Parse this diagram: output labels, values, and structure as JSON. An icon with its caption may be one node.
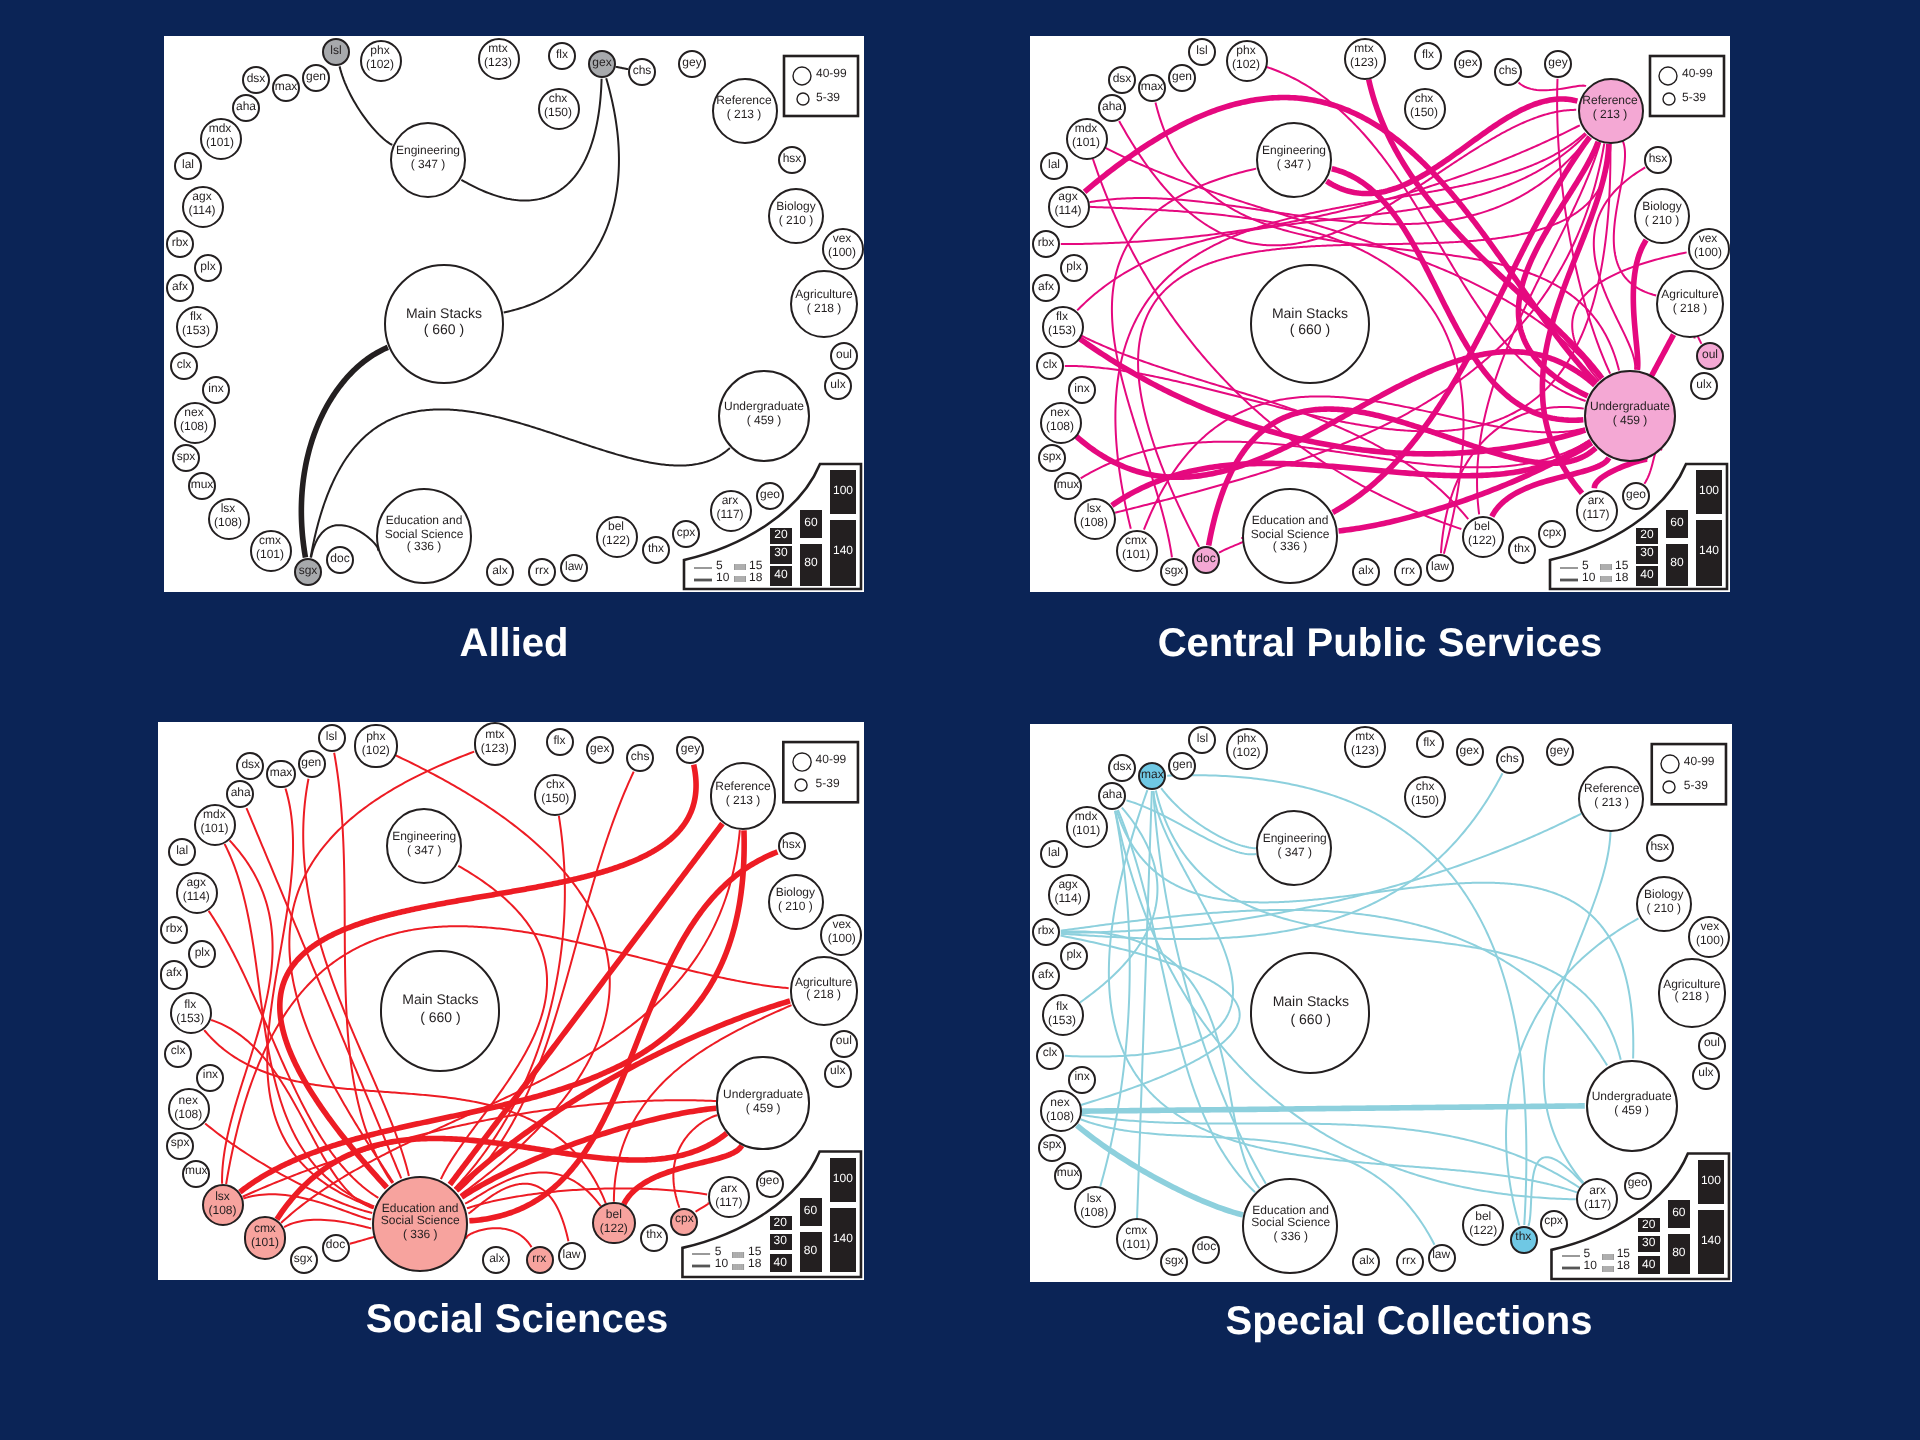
{
  "diagram": {
    "nodes": [
      {
        "text": [
          "Allied"
        ]
      },
      {
        "text": [
          "dsx"
        ],
        "in": 0
      },
      {
        "text": [
          "max"
        ],
        "in": 0
      },
      {
        "text": [
          "gen"
        ],
        "in": 0
      },
      {
        "text": [
          "lsl"
        ],
        "in": 0
      },
      {
        "text": [
          "phx",
          "(102)"
        ],
        "in": 0
      },
      {
        "text": [
          "mtx",
          "(123)"
        ],
        "in": 0
      },
      {
        "text": [
          "flx"
        ],
        "in": 0
      },
      {
        "text": [
          "gex"
        ],
        "in": 0
      },
      {
        "text": [
          "chs"
        ],
        "in": 0
      },
      {
        "text": [
          "gey"
        ],
        "in": 0
      },
      {
        "text": [
          "Reference",
          "( 213 )"
        ],
        "in": 0
      },
      {
        "text": [
          "hsx"
        ],
        "in": 0
      },
      {
        "text": [
          "Biology",
          "( 210 )"
        ],
        "in": 0
      },
      {
        "text": [
          "vex",
          "(100)"
        ],
        "in": 0
      },
      {
        "text": [
          "Agriculture",
          "( 218 )"
        ],
        "in": 0
      },
      {
        "text": [
          "oul"
        ],
        "in": 0
      },
      {
        "text": [
          "ulx"
        ],
        "in": 0
      },
      {
        "text": [
          "Undergraduate",
          "( 459 )"
        ],
        "in": 0
      },
      {
        "text": [
          "geo"
        ],
        "in": 0
      },
      {
        "text": [
          "arx",
          "(117)"
        ],
        "in": 0
      },
      {
        "text": [
          "cpx"
        ],
        "in": 0
      },
      {
        "text": [
          "thx"
        ],
        "in": 0
      },
      {
        "text": [
          "bel",
          "(122)"
        ],
        "in": 0
      },
      {
        "text": [
          "law"
        ],
        "in": 0
      },
      {
        "text": [
          "rrx"
        ],
        "in": 0
      },
      {
        "text": [
          "alx"
        ],
        "in": 0
      },
      {
        "text": [
          "Education and Social Science",
          "( 336 )"
        ],
        "in": 0
      },
      {
        "text": [
          "doc"
        ],
        "in": 0
      },
      {
        "text": [
          "sgx"
        ],
        "in": 0
      },
      {
        "text": [
          "cmx",
          "(101)"
        ],
        "in": 0
      },
      {
        "text": [
          "lsx",
          "(108)"
        ],
        "in": 0
      },
      {
        "text": [
          "mux"
        ],
        "in": 0
      },
      {
        "text": [
          "spx"
        ],
        "in": 0
      },
      {
        "text": [
          "nex",
          "(108)"
        ],
        "in": 0
      },
      {
        "text": [
          "inx"
        ],
        "in": 0
      },
      {
        "text": [
          "clx"
        ],
        "in": 0
      },
      {
        "text": [
          "flx",
          "(153)"
        ],
        "in": 0
      },
      {
        "text": [
          "afx"
        ],
        "in": 0
      },
      {
        "text": [
          "plx"
        ],
        "in": 0
      },
      {
        "text": [
          "rbx"
        ],
        "in": 0
      },
      {
        "text": [
          "agx",
          "(114)"
        ],
        "in": 0
      },
      {
        "text": [
          "lal"
        ],
        "in": 0
      },
      {
        "text": [
          "mdx",
          "(101)"
        ],
        "in": 0
      },
      {
        "text": [
          "aha"
        ],
        "in": 0
      },
      {
        "text": [
          "chx",
          "(150)"
        ],
        "in": 0
      },
      {
        "text": [
          "Engineering",
          "( 347 )"
        ],
        "in": 0
      },
      {
        "text": [
          "Main Stacks",
          "( 660 )"
        ],
        "in": 0
      },
      {
        "text": [
          "Central Public Services"
        ]
      },
      {
        "text": [
          "dsx"
        ],
        "in": 48
      },
      {
        "text": [
          "max"
        ],
        "in": 48
      },
      {
        "text": [
          "gen"
        ],
        "in": 48
      },
      {
        "text": [
          "lsl"
        ],
        "in": 48
      },
      {
        "text": [
          "phx",
          "(102)"
        ],
        "in": 48
      },
      {
        "text": [
          "mtx",
          "(123)"
        ],
        "in": 48
      },
      {
        "text": [
          "flx"
        ],
        "in": 48
      },
      {
        "text": [
          "gex"
        ],
        "in": 48
      },
      {
        "text": [
          "chs"
        ],
        "in": 48
      },
      {
        "text": [
          "gey"
        ],
        "in": 48
      },
      {
        "text": [
          "Reference",
          "( 213 )"
        ],
        "in": 48
      },
      {
        "text": [
          "hsx"
        ],
        "in": 48
      },
      {
        "text": [
          "Biology",
          "( 210 )"
        ],
        "in": 48
      },
      {
        "text": [
          "vex",
          "(100)"
        ],
        "in": 48
      },
      {
        "text": [
          "Agriculture",
          "( 218 )"
        ],
        "in": 48
      },
      {
        "text": [
          "oul"
        ],
        "in": 48
      },
      {
        "text": [
          "ulx"
        ],
        "in": 48
      },
      {
        "text": [
          "Undergraduate",
          "( 459 )"
        ],
        "in": 48
      },
      {
        "text": [
          "geo"
        ],
        "in": 48
      },
      {
        "text": [
          "arx",
          "(117)"
        ],
        "in": 48
      },
      {
        "text": [
          "cpx"
        ],
        "in": 48
      },
      {
        "text": [
          "thx"
        ],
        "in": 48
      },
      {
        "text": [
          "bel",
          "(122)"
        ],
        "in": 48
      },
      {
        "text": [
          "law"
        ],
        "in": 48
      },
      {
        "text": [
          "rrx"
        ],
        "in": 48
      },
      {
        "text": [
          "alx"
        ],
        "in": 48
      },
      {
        "text": [
          "Education and Social Science",
          "( 336 )"
        ],
        "in": 48
      },
      {
        "text": [
          "doc"
        ],
        "in": 48
      },
      {
        "text": [
          "sgx"
        ],
        "in": 48
      },
      {
        "text": [
          "cmx",
          "(101)"
        ],
        "in": 48
      },
      {
        "text": [
          "lsx",
          "(108)"
        ],
        "in": 48
      },
      {
        "text": [
          "mux"
        ],
        "in": 48
      },
      {
        "text": [
          "spx"
        ],
        "in": 48
      },
      {
        "text": [
          "nex",
          "(108)"
        ],
        "in": 48
      },
      {
        "text": [
          "inx"
        ],
        "in": 48
      },
      {
        "text": [
          "clx"
        ],
        "in": 48
      },
      {
        "text": [
          "flx",
          "(153)"
        ],
        "in": 48
      },
      {
        "text": [
          "afx"
        ],
        "in": 48
      },
      {
        "text": [
          "plx"
        ],
        "in": 48
      },
      {
        "text": [
          "rbx"
        ],
        "in": 48
      },
      {
        "text": [
          "agx",
          "(114)"
        ],
        "in": 48
      },
      {
        "text": [
          "lal"
        ],
        "in": 48
      },
      {
        "text": [
          "mdx",
          "(101)"
        ],
        "in": 48
      },
      {
        "text": [
          "aha"
        ],
        "in": 48
      },
      {
        "text": [
          "chx",
          "(150)"
        ],
        "in": 48
      },
      {
        "text": [
          "Engineering",
          "( 347 )"
        ],
        "in": 48
      },
      {
        "text": [
          "Main Stacks",
          "( 660 )"
        ],
        "in": 48
      },
      {
        "text": [
          "Social Sciences"
        ]
      },
      {
        "text": [
          "dsx"
        ],
        "in": 96
      },
      {
        "text": [
          "max"
        ],
        "in": 96
      },
      {
        "text": [
          "gen"
        ],
        "in": 96
      },
      {
        "text": [
          "lsl"
        ],
        "in": 96
      },
      {
        "text": [
          "phx",
          "(102)"
        ],
        "in": 96
      },
      {
        "text": [
          "mtx",
          "(123)"
        ],
        "in": 96
      },
      {
        "text": [
          "flx"
        ],
        "in": 96
      },
      {
        "text": [
          "gex"
        ],
        "in": 96
      },
      {
        "text": [
          "chs"
        ],
        "in": 96
      },
      {
        "text": [
          "gey"
        ],
        "in": 96
      },
      {
        "text": [
          "Reference",
          "( 213 )"
        ],
        "in": 96
      },
      {
        "text": [
          "hsx"
        ],
        "in": 96
      },
      {
        "text": [
          "Biology",
          "( 210 )"
        ],
        "in": 96
      },
      {
        "text": [
          "vex",
          "(100)"
        ],
        "in": 96
      },
      {
        "text": [
          "Agriculture",
          "( 218 )"
        ],
        "in": 96
      },
      {
        "text": [
          "oul"
        ],
        "in": 96
      },
      {
        "text": [
          "ulx"
        ],
        "in": 96
      },
      {
        "text": [
          "Undergraduate",
          "( 459 )"
        ],
        "in": 96
      },
      {
        "text": [
          "geo"
        ],
        "in": 96
      },
      {
        "text": [
          "arx",
          "(117)"
        ],
        "in": 96
      },
      {
        "text": [
          "cpx"
        ],
        "in": 96
      },
      {
        "text": [
          "thx"
        ],
        "in": 96
      },
      {
        "text": [
          "bel",
          "(122)"
        ],
        "in": 96
      },
      {
        "text": [
          "law"
        ],
        "in": 96
      },
      {
        "text": [
          "rrx"
        ],
        "in": 96
      },
      {
        "text": [
          "alx"
        ],
        "in": 96
      },
      {
        "text": [
          "Education and Social Science",
          "( 336 )"
        ],
        "in": 96
      },
      {
        "text": [
          "doc"
        ],
        "in": 96
      },
      {
        "text": [
          "sgx"
        ],
        "in": 96
      },
      {
        "text": [
          "cmx",
          "(101)"
        ],
        "in": 96
      },
      {
        "text": [
          "lsx",
          "(108)"
        ],
        "in": 96
      },
      {
        "text": [
          "mux"
        ],
        "in": 96
      },
      {
        "text": [
          "spx"
        ],
        "in": 96
      },
      {
        "text": [
          "nex",
          "(108)"
        ],
        "in": 96
      },
      {
        "text": [
          "inx"
        ],
        "in": 96
      },
      {
        "text": [
          "clx"
        ],
        "in": 96
      },
      {
        "text": [
          "flx",
          "(153)"
        ],
        "in": 96
      },
      {
        "text": [
          "afx"
        ],
        "in": 96
      },
      {
        "text": [
          "plx"
        ],
        "in": 96
      },
      {
        "text": [
          "rbx"
        ],
        "in": 96
      },
      {
        "text": [
          "agx",
          "(114)"
        ],
        "in": 96
      },
      {
        "text": [
          "lal"
        ],
        "in": 96
      },
      {
        "text": [
          "mdx",
          "(101)"
        ],
        "in": 96
      },
      {
        "text": [
          "aha"
        ],
        "in": 96
      },
      {
        "text": [
          "chx",
          "(150)"
        ],
        "in": 96
      },
      {
        "text": [
          "Engineering",
          "( 347 )"
        ],
        "in": 96
      },
      {
        "text": [
          "Main Stacks",
          "( 660 )"
        ],
        "in": 96
      },
      {
        "text": [
          "Special Collections"
        ]
      },
      {
        "text": [
          "dsx"
        ],
        "in": 144
      },
      {
        "text": [
          "max"
        ],
        "in": 144
      },
      {
        "text": [
          "gen"
        ],
        "in": 144
      },
      {
        "text": [
          "lsl"
        ],
        "in": 144
      },
      {
        "text": [
          "phx",
          "(102)"
        ],
        "in": 144
      },
      {
        "text": [
          "mtx",
          "(123)"
        ],
        "in": 144
      },
      {
        "text": [
          "flx"
        ],
        "in": 144
      },
      {
        "text": [
          "gex"
        ],
        "in": 144
      },
      {
        "text": [
          "chs"
        ],
        "in": 144
      },
      {
        "text": [
          "gey"
        ],
        "in": 144
      },
      {
        "text": [
          "Reference",
          "( 213 )"
        ],
        "in": 144
      },
      {
        "text": [
          "hsx"
        ],
        "in": 144
      },
      {
        "text": [
          "Biology",
          "( 210 )"
        ],
        "in": 144
      },
      {
        "text": [
          "vex",
          "(100)"
        ],
        "in": 144
      },
      {
        "text": [
          "Agriculture",
          "( 218 )"
        ],
        "in": 144
      },
      {
        "text": [
          "oul"
        ],
        "in": 144
      },
      {
        "text": [
          "ulx"
        ],
        "in": 144
      },
      {
        "text": [
          "Undergraduate",
          "( 459 )"
        ],
        "in": 144
      },
      {
        "text": [
          "geo"
        ],
        "in": 144
      },
      {
        "text": [
          "arx",
          "(117)"
        ],
        "in": 144
      },
      {
        "text": [
          "cpx"
        ],
        "in": 144
      },
      {
        "text": [
          "thx"
        ],
        "in": 144
      },
      {
        "text": [
          "bel",
          "(122)"
        ],
        "in": 144
      },
      {
        "text": [
          "law"
        ],
        "in": 144
      },
      {
        "text": [
          "rrx"
        ],
        "in": 144
      },
      {
        "text": [
          "alx"
        ],
        "in": 144
      },
      {
        "text": [
          "Education and Social Science",
          "( 336 )"
        ],
        "in": 144
      },
      {
        "text": [
          "doc"
        ],
        "in": 144
      },
      {
        "text": [
          "sgx"
        ],
        "in": 144
      },
      {
        "text": [
          "cmx",
          "(101)"
        ],
        "in": 144
      },
      {
        "text": [
          "lsx",
          "(108)"
        ],
        "in": 144
      },
      {
        "text": [
          "mux"
        ],
        "in": 144
      },
      {
        "text": [
          "spx"
        ],
        "in": 144
      },
      {
        "text": [
          "nex",
          "(108)"
        ],
        "in": 144
      },
      {
        "text": [
          "inx"
        ],
        "in": 144
      },
      {
        "text": [
          "clx"
        ],
        "in": 144
      },
      {
        "text": [
          "flx",
          "(153)"
        ],
        "in": 144
      },
      {
        "text": [
          "afx"
        ],
        "in": 144
      },
      {
        "text": [
          "plx"
        ],
        "in": 144
      },
      {
        "text": [
          "rbx"
        ],
        "in": 144
      },
      {
        "text": [
          "agx",
          "(114)"
        ],
        "in": 144
      },
      {
        "text": [
          "lal"
        ],
        "in": 144
      },
      {
        "text": [
          "mdx",
          "(101)"
        ],
        "in": 144
      },
      {
        "text": [
          "aha"
        ],
        "in": 144
      },
      {
        "text": [
          "chx",
          "(150)"
        ],
        "in": 144
      },
      {
        "text": [
          "Engineering",
          "( 347 )"
        ],
        "in": 144
      },
      {
        "text": [
          "Main Stacks",
          "( 660 )"
        ],
        "in": 144
      }
    ],
    "edges": [
      {
        "from": 4,
        "to": 46,
        "arrow": "none",
        "color": "#231f20"
      },
      {
        "from": 8,
        "to": 46,
        "arrow": "none",
        "color": "#231f20"
      },
      {
        "from": 8,
        "to": 9,
        "arrow": "none",
        "color": "#231f20"
      },
      {
        "from": 8,
        "to": 47,
        "arrow": "none",
        "color": "#231f20"
      },
      {
        "from": 47,
        "to": 29,
        "arrow": "none",
        "style": "thick",
        "color": "#231f20"
      },
      {
        "from": 29,
        "to": 18,
        "arrow": "none",
        "color": "#231f20"
      },
      {
        "from": 29,
        "to": 27,
        "arrow": "none",
        "color": "#231f20"
      },
      {
        "from": 57,
        "to": 59,
        "arrow": "none"
      },
      {
        "from": 94,
        "to": 59,
        "arrow": "none",
        "style": "thick"
      },
      {
        "from": 89,
        "to": 59,
        "arrow": "none"
      },
      {
        "from": 85,
        "to": 59,
        "arrow": "none"
      },
      {
        "from": 84,
        "to": 59,
        "arrow": "none"
      },
      {
        "from": 92,
        "to": 59,
        "arrow": "none"
      },
      {
        "from": 88,
        "to": 59,
        "arrow": "none"
      },
      {
        "from": 75,
        "to": 59,
        "arrow": "none",
        "style": "thick"
      },
      {
        "from": 78,
        "to": 59,
        "arrow": "none"
      },
      {
        "from": 76,
        "to": 59,
        "arrow": "none"
      },
      {
        "from": 71,
        "to": 59,
        "arrow": "none"
      },
      {
        "from": 68,
        "to": 59,
        "arrow": "none",
        "style": "thick"
      },
      {
        "from": 59,
        "to": 66,
        "arrow": "none",
        "style": "thick"
      },
      {
        "from": 63,
        "to": 59,
        "arrow": "none"
      },
      {
        "from": 79,
        "to": 59,
        "arrow": "none"
      },
      {
        "from": 54,
        "to": 66,
        "arrow": "none",
        "style": "thick"
      },
      {
        "from": 53,
        "to": 66,
        "arrow": "none"
      },
      {
        "from": 50,
        "to": 66,
        "arrow": "none"
      },
      {
        "from": 94,
        "to": 66,
        "arrow": "none",
        "style": "thick"
      },
      {
        "from": 89,
        "to": 66,
        "arrow": "none",
        "style": "thick"
      },
      {
        "from": 85,
        "to": 66,
        "arrow": "none",
        "style": "thick"
      },
      {
        "from": 82,
        "to": 66,
        "arrow": "none",
        "style": "thick"
      },
      {
        "from": 80,
        "to": 66,
        "arrow": "none"
      },
      {
        "from": 79,
        "to": 66,
        "arrow": "none",
        "style": "thick"
      },
      {
        "from": 78,
        "to": 66,
        "arrow": "none"
      },
      {
        "from": 76,
        "to": 66,
        "arrow": "none",
        "style": "thick"
      },
      {
        "from": 75,
        "to": 66,
        "arrow": "none",
        "style": "thick"
      },
      {
        "from": 71,
        "to": 66,
        "arrow": "none",
        "style": "thick"
      },
      {
        "from": 68,
        "to": 66,
        "arrow": "none",
        "style": "thick"
      },
      {
        "from": 67,
        "to": 66,
        "arrow": "none"
      },
      {
        "from": 63,
        "to": 66,
        "arrow": "none",
        "style": "thick"
      },
      {
        "from": 61,
        "to": 66,
        "arrow": "none",
        "style": "thick"
      },
      {
        "from": 62,
        "to": 66,
        "arrow": "none"
      },
      {
        "from": 60,
        "to": 66,
        "arrow": "none"
      },
      {
        "from": 72,
        "to": 66,
        "arrow": "none"
      },
      {
        "from": 91,
        "to": 66,
        "arrow": "none"
      },
      {
        "from": 58,
        "to": 66,
        "arrow": "none"
      },
      {
        "from": 91,
        "to": 71,
        "arrow": "none"
      },
      {
        "from": 76,
        "to": 75,
        "arrow": "none"
      },
      {
        "from": 85,
        "to": 71,
        "arrow": "none"
      },
      {
        "from": 94,
        "to": 77,
        "arrow": "none"
      },
      {
        "from": 64,
        "to": 63,
        "arrow": "none"
      },
      {
        "from": 89,
        "to": 72,
        "arrow": "none"
      },
      {
        "from": 114,
        "to": 123,
        "arrow": "none",
        "style": "thick",
        "color": "#ed1c24"
      },
      {
        "from": 111,
        "to": 123,
        "arrow": "none",
        "style": "thick",
        "color": "#ed1c24"
      },
      {
        "from": 107,
        "to": 123,
        "arrow": "none",
        "style": "thick",
        "color": "#ed1c24"
      },
      {
        "from": 108,
        "to": 123,
        "arrow": "none",
        "style": "thick",
        "color": "#ed1c24"
      },
      {
        "from": 116,
        "to": 123,
        "arrow": "none",
        "color": "#ed1c24"
      },
      {
        "from": 119,
        "to": 123,
        "arrow": "none",
        "color": "#ed1c24"
      },
      {
        "from": 120,
        "to": 123,
        "arrow": "none",
        "color": "#ed1c24"
      },
      {
        "from": 142,
        "to": 123,
        "arrow": "none",
        "color": "#ed1c24"
      },
      {
        "from": 100,
        "to": 123,
        "arrow": "none",
        "color": "#ed1c24"
      },
      {
        "from": 101,
        "to": 123,
        "arrow": "none",
        "color": "#ed1c24"
      },
      {
        "from": 102,
        "to": 123,
        "arrow": "none",
        "color": "#ed1c24"
      },
      {
        "from": 105,
        "to": 123,
        "arrow": "none",
        "color": "#ed1c24"
      },
      {
        "from": 106,
        "to": 123,
        "arrow": "none",
        "style": "thick",
        "color": "#ed1c24"
      },
      {
        "from": 141,
        "to": 123,
        "arrow": "none",
        "color": "#ed1c24"
      },
      {
        "from": 98,
        "to": 123,
        "arrow": "none",
        "color": "#ed1c24"
      },
      {
        "from": 140,
        "to": 123,
        "arrow": "none",
        "color": "#ed1c24"
      },
      {
        "from": 139,
        "to": 123,
        "arrow": "none",
        "color": "#ed1c24"
      },
      {
        "from": 137,
        "to": 123,
        "arrow": "none",
        "color": "#ed1c24"
      },
      {
        "from": 133,
        "to": 123,
        "arrow": "none",
        "color": "#ed1c24"
      },
      {
        "from": 130,
        "to": 123,
        "arrow": "none",
        "color": "#ed1c24"
      },
      {
        "from": 127,
        "to": 123,
        "arrow": "none",
        "color": "#ed1c24"
      },
      {
        "from": 126,
        "to": 123,
        "arrow": "none",
        "color": "#ed1c24"
      },
      {
        "from": 124,
        "to": 123,
        "arrow": "none",
        "color": "#ed1c24"
      },
      {
        "from": 99,
        "to": 123,
        "arrow": "none",
        "color": "#ed1c24"
      },
      {
        "from": 127,
        "to": 107,
        "arrow": "none",
        "style": "thick",
        "color": "#ed1c24"
      },
      {
        "from": 127,
        "to": 114,
        "arrow": "none",
        "color": "#ed1c24"
      },
      {
        "from": 127,
        "to": 111,
        "arrow": "none",
        "color": "#ed1c24"
      },
      {
        "from": 126,
        "to": 114,
        "arrow": "none",
        "style": "thick",
        "color": "#ed1c24"
      },
      {
        "from": 126,
        "to": 107,
        "arrow": "none",
        "color": "#ed1c24"
      },
      {
        "from": 119,
        "to": 114,
        "arrow": "none",
        "style": "thick",
        "color": "#ed1c24"
      },
      {
        "from": 119,
        "to": 111,
        "arrow": "none",
        "color": "#ed1c24"
      },
      {
        "from": 117,
        "to": 114,
        "arrow": "none",
        "color": "#ed1c24"
      },
      {
        "from": 117,
        "to": 116,
        "arrow": "none",
        "color": "#ed1c24"
      },
      {
        "from": 133,
        "to": 119,
        "arrow": "none",
        "color": "#ed1c24"
      },
      {
        "from": 139,
        "to": 127,
        "arrow": "none",
        "color": "#ed1c24"
      },
      {
        "from": 121,
        "to": 123,
        "arrow": "none",
        "color": "#ed1c24"
      },
      {
        "from": 146,
        "to": 190,
        "arrow": "none",
        "color": "#8dd0dd"
      },
      {
        "from": 146,
        "to": 171,
        "arrow": "none",
        "color": "#8dd0dd"
      },
      {
        "from": 146,
        "to": 164,
        "arrow": "none",
        "color": "#8dd0dd"
      },
      {
        "from": 146,
        "to": 162,
        "arrow": "none",
        "color": "#8dd0dd"
      },
      {
        "from": 146,
        "to": 166,
        "arrow": "none",
        "color": "#8dd0dd"
      },
      {
        "from": 146,
        "to": 174,
        "arrow": "none",
        "color": "#8dd0dd"
      },
      {
        "from": 188,
        "to": 190,
        "arrow": "none",
        "color": "#8dd0dd"
      },
      {
        "from": 188,
        "to": 171,
        "arrow": "none",
        "color": "#8dd0dd"
      },
      {
        "from": 188,
        "to": 164,
        "arrow": "none",
        "color": "#8dd0dd"
      },
      {
        "from": 188,
        "to": 162,
        "arrow": "none",
        "color": "#8dd0dd"
      },
      {
        "from": 188,
        "to": 175,
        "arrow": "none",
        "color": "#8dd0dd"
      },
      {
        "from": 184,
        "to": 155,
        "arrow": "none",
        "color": "#8dd0dd"
      },
      {
        "from": 184,
        "to": 153,
        "arrow": "none",
        "color": "#8dd0dd"
      },
      {
        "from": 184,
        "to": 162,
        "arrow": "none",
        "color": "#8dd0dd"
      },
      {
        "from": 184,
        "to": 171,
        "arrow": "none",
        "color": "#8dd0dd"
      },
      {
        "from": 184,
        "to": 178,
        "arrow": "none",
        "color": "#8dd0dd"
      },
      {
        "from": 178,
        "to": 162,
        "arrow": "none",
        "style": "thick",
        "color": "#8dd0dd"
      },
      {
        "from": 178,
        "to": 164,
        "arrow": "none",
        "color": "#8dd0dd"
      },
      {
        "from": 178,
        "to": 171,
        "arrow": "none",
        "style": "thick",
        "color": "#8dd0dd"
      },
      {
        "from": 178,
        "to": 168,
        "arrow": "none",
        "color": "#8dd0dd"
      },
      {
        "from": 164,
        "to": 155,
        "arrow": "none",
        "color": "#8dd0dd"
      },
      {
        "from": 164,
        "to": 166,
        "arrow": "none",
        "color": "#8dd0dd"
      },
      {
        "from": 157,
        "to": 166,
        "arrow": "none",
        "color": "#8dd0dd"
      },
      {
        "from": 181,
        "to": 188,
        "arrow": "none",
        "color": "#8dd0dd"
      },
      {
        "from": 180,
        "to": 146,
        "arrow": "none",
        "color": "#8dd0dd"
      }
    ],
    "legend": [
      {
        "text": "40-99"
      },
      {
        "text": "5-39"
      },
      {
        "text": "5"
      },
      {
        "text": "10"
      },
      {
        "text": "15"
      },
      {
        "text": "18"
      },
      {
        "text": "20",
        "color": "#231f20"
      },
      {
        "text": "30",
        "color": "#231f20"
      },
      {
        "text": "40",
        "color": "#231f20"
      },
      {
        "text": "60",
        "color": "#231f20"
      },
      {
        "text": "80",
        "color": "#231f20"
      },
      {
        "text": "100",
        "color": "#231f20"
      },
      {
        "text": "140",
        "color": "#231f20"
      },
      {
        "text": "40-99"
      },
      {
        "text": "5-39"
      },
      {
        "text": "5"
      },
      {
        "text": "10"
      },
      {
        "text": "15"
      },
      {
        "text": "18"
      },
      {
        "text": "20",
        "color": "#231f20"
      },
      {
        "text": "30",
        "color": "#231f20"
      },
      {
        "text": "40",
        "color": "#231f20"
      },
      {
        "text": "60",
        "color": "#231f20"
      },
      {
        "text": "80",
        "color": "#231f20"
      },
      {
        "text": "100",
        "color": "#231f20"
      },
      {
        "text": "140",
        "color": "#231f20"
      },
      {
        "text": "40-99"
      },
      {
        "text": "5-39"
      },
      {
        "text": "5"
      },
      {
        "text": "10"
      },
      {
        "text": "15"
      },
      {
        "text": "18"
      },
      {
        "text": "20",
        "color": "#231f20"
      },
      {
        "text": "30",
        "color": "#231f20"
      },
      {
        "text": "40",
        "color": "#231f20"
      },
      {
        "text": "60",
        "color": "#231f20"
      },
      {
        "text": "80",
        "color": "#231f20"
      },
      {
        "text": "100",
        "color": "#231f20"
      },
      {
        "text": "140",
        "color": "#231f20"
      },
      {
        "text": "40-99"
      },
      {
        "text": "5-39"
      },
      {
        "text": "5"
      },
      {
        "text": "10"
      },
      {
        "text": "15"
      },
      {
        "text": "18"
      },
      {
        "text": "20",
        "color": "#231f20"
      },
      {
        "text": "30",
        "color": "#231f20"
      },
      {
        "text": "40",
        "color": "#231f20"
      },
      {
        "text": "60",
        "color": "#231f20"
      },
      {
        "text": "80",
        "color": "#231f20"
      },
      {
        "text": "100",
        "color": "#231f20"
      },
      {
        "text": "140",
        "color": "#231f20"
      }
    ]
  }
}
